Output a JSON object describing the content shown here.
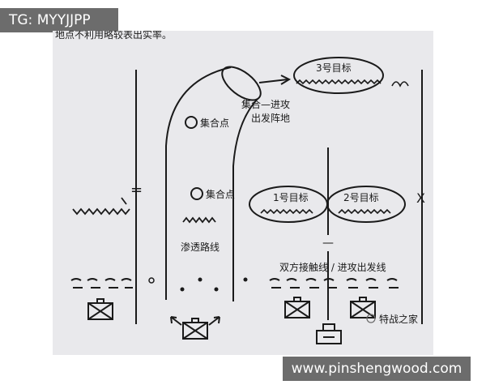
{
  "watermarks": {
    "top_left": "TG: MYYJJPP",
    "bottom_right": "www.pinshengwood.com"
  },
  "diagram": {
    "top_fragment": "地点不利用略较表出实率。",
    "target_3": "3号目标",
    "assembly_attack": "集合—进攻",
    "departure_area": "出发阵地",
    "assembly_point_1": "集合点",
    "assembly_point_2": "集合点",
    "target_1": "1号目标",
    "target_2": "2号目标",
    "infiltration_route": "渗透路线",
    "contact_line": "双方接触线 / 进攻出发线",
    "channel_watermark": "特战之家",
    "boundary_mark_left": "=",
    "boundary_mark_right": "X",
    "center_mark": "—"
  }
}
